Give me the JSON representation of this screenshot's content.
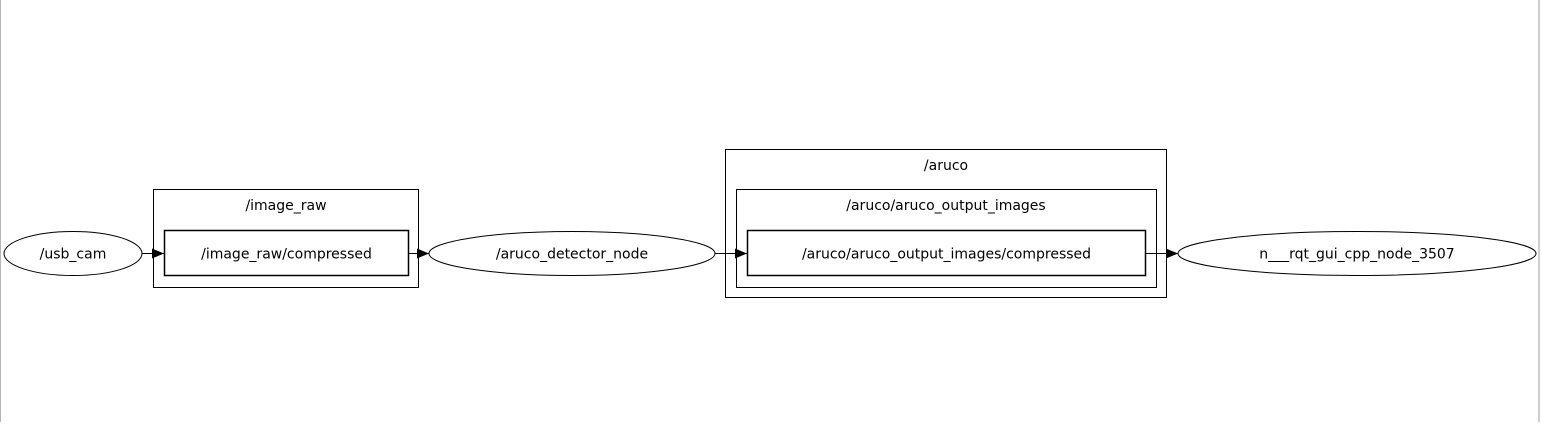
{
  "graph": {
    "nodes": {
      "usb_cam": "/usb_cam",
      "aruco_detector_node": "/aruco_detector_node",
      "rqt_node": "n___rqt_gui_cpp_node_3507"
    },
    "groups": {
      "image_raw": "/image_raw",
      "aruco": "/aruco",
      "aruco_output_images": "/aruco/aruco_output_images"
    },
    "topics": {
      "image_raw_compressed": "/image_raw/compressed",
      "aruco_output_images_compressed": "/aruco/aruco_output_images/compressed"
    }
  }
}
